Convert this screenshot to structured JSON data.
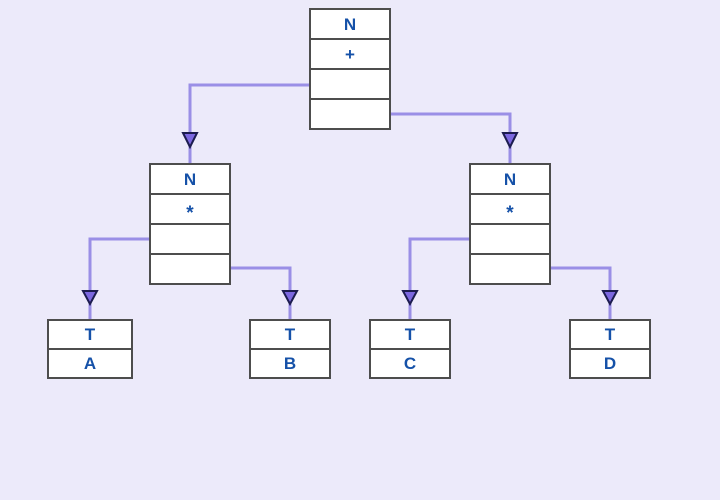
{
  "diagram": {
    "title": "parse-tree-with-pointer-nodes",
    "colors": {
      "background": "#ECEAFA",
      "box_fill": "#FFFFFF",
      "box_border": "#4D4D4D",
      "edge_line": "#9A8FE6",
      "arrow_fill": "#7C68E0",
      "arrow_outline": "#1C1C50",
      "label_text": "#1551A8"
    },
    "nodes": {
      "root": {
        "kind": "N",
        "operator": "+"
      },
      "left_child": {
        "kind": "N",
        "operator": "*"
      },
      "right_child": {
        "kind": "N",
        "operator": "*"
      },
      "leaf_a": {
        "kind": "T",
        "symbol": "A"
      },
      "leaf_b": {
        "kind": "T",
        "symbol": "B"
      },
      "leaf_c": {
        "kind": "T",
        "symbol": "C"
      },
      "leaf_d": {
        "kind": "T",
        "symbol": "D"
      }
    },
    "edges": [
      {
        "from": "root.pointer1",
        "to": "left_child"
      },
      {
        "from": "root.pointer2",
        "to": "right_child"
      },
      {
        "from": "left_child.pointer1",
        "to": "leaf_a"
      },
      {
        "from": "left_child.pointer2",
        "to": "leaf_b"
      },
      {
        "from": "right_child.pointer1",
        "to": "leaf_c"
      },
      {
        "from": "right_child.pointer2",
        "to": "leaf_d"
      }
    ]
  }
}
